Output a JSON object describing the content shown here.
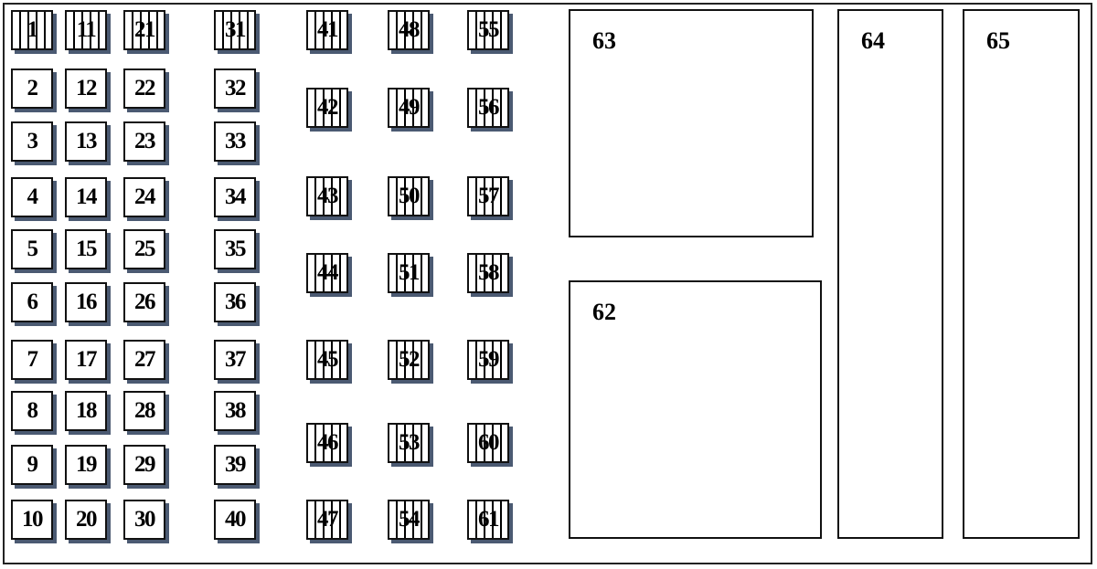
{
  "fuse_box": {
    "fuses": [
      {
        "label": "1",
        "striped": true
      },
      {
        "label": "2",
        "striped": false
      },
      {
        "label": "3",
        "striped": false
      },
      {
        "label": "4",
        "striped": false
      },
      {
        "label": "5",
        "striped": false
      },
      {
        "label": "6",
        "striped": false
      },
      {
        "label": "7",
        "striped": false
      },
      {
        "label": "8",
        "striped": false
      },
      {
        "label": "9",
        "striped": false
      },
      {
        "label": "10",
        "striped": false
      },
      {
        "label": "11",
        "striped": true
      },
      {
        "label": "12",
        "striped": false
      },
      {
        "label": "13",
        "striped": false
      },
      {
        "label": "14",
        "striped": false
      },
      {
        "label": "15",
        "striped": false
      },
      {
        "label": "16",
        "striped": false
      },
      {
        "label": "17",
        "striped": false
      },
      {
        "label": "18",
        "striped": false
      },
      {
        "label": "19",
        "striped": false
      },
      {
        "label": "20",
        "striped": false
      },
      {
        "label": "21",
        "striped": true
      },
      {
        "label": "22",
        "striped": false
      },
      {
        "label": "23",
        "striped": false
      },
      {
        "label": "24",
        "striped": false
      },
      {
        "label": "25",
        "striped": false
      },
      {
        "label": "26",
        "striped": false
      },
      {
        "label": "27",
        "striped": false
      },
      {
        "label": "28",
        "striped": false
      },
      {
        "label": "29",
        "striped": false
      },
      {
        "label": "30",
        "striped": false
      },
      {
        "label": "31",
        "striped": true
      },
      {
        "label": "32",
        "striped": false
      },
      {
        "label": "33",
        "striped": false
      },
      {
        "label": "34",
        "striped": false
      },
      {
        "label": "35",
        "striped": false
      },
      {
        "label": "36",
        "striped": false
      },
      {
        "label": "37",
        "striped": false
      },
      {
        "label": "38",
        "striped": false
      },
      {
        "label": "39",
        "striped": false
      },
      {
        "label": "40",
        "striped": false
      },
      {
        "label": "41",
        "striped": true
      },
      {
        "label": "42",
        "striped": true
      },
      {
        "label": "43",
        "striped": true
      },
      {
        "label": "44",
        "striped": true
      },
      {
        "label": "45",
        "striped": true
      },
      {
        "label": "46",
        "striped": true
      },
      {
        "label": "47",
        "striped": true
      },
      {
        "label": "48",
        "striped": true
      },
      {
        "label": "49",
        "striped": true
      },
      {
        "label": "50",
        "striped": true
      },
      {
        "label": "51",
        "striped": true
      },
      {
        "label": "52",
        "striped": true
      },
      {
        "label": "53",
        "striped": true
      },
      {
        "label": "54",
        "striped": true
      },
      {
        "label": "55",
        "striped": true
      },
      {
        "label": "56",
        "striped": true
      },
      {
        "label": "57",
        "striped": true
      },
      {
        "label": "58",
        "striped": true
      },
      {
        "label": "59",
        "striped": true
      },
      {
        "label": "60",
        "striped": true
      },
      {
        "label": "61",
        "striped": true
      }
    ],
    "relays": [
      {
        "label": "63"
      },
      {
        "label": "62"
      },
      {
        "label": "64"
      },
      {
        "label": "65"
      }
    ],
    "colors": {
      "outline": "#111111",
      "shadow": "#4b5a72",
      "background": "#ffffff"
    }
  }
}
